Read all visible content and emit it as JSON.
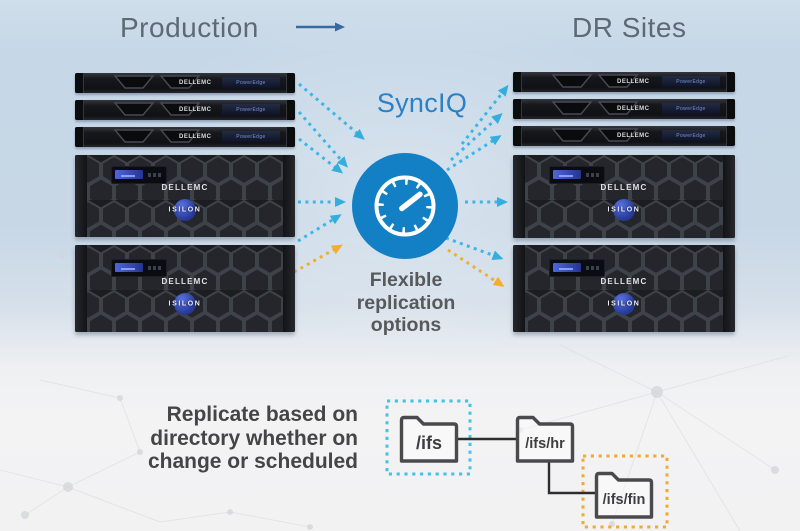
{
  "diagram": {
    "production_title": "Production",
    "dr_title": "DR Sites",
    "center_label": "SyncIQ",
    "center_caption": "Flexible replication options",
    "annotation_lines": [
      "Replicate based on",
      "directory whether on",
      "change or scheduled"
    ]
  },
  "hardware": {
    "brand": "DELLEMC",
    "model": "PowerEdge",
    "isilon": "ISILON"
  },
  "folders": {
    "root": {
      "label": "/ifs",
      "highlight": "cyan-dotted"
    },
    "hr": {
      "label": "/ifs/hr",
      "highlight": "none"
    },
    "fin": {
      "label": "/ifs/fin",
      "highlight": "orange-dotted"
    }
  },
  "icons": {
    "center": "gauge-icon",
    "flow_in": "cyan-dotted-arrow",
    "flow_alt": "orange-dotted-arrow",
    "folder": "folder-icon"
  },
  "colors": {
    "synciq_blue": "#2b80c6",
    "hub_blue": "#1380c6",
    "cyan_arrow": "#3db5e6",
    "orange_arrow": "#f3ae2d",
    "title_gray": "#5d6a75",
    "annotation_gray": "#454547",
    "cyan_box": "#46c3e0",
    "orange_box": "#f2ab31"
  }
}
